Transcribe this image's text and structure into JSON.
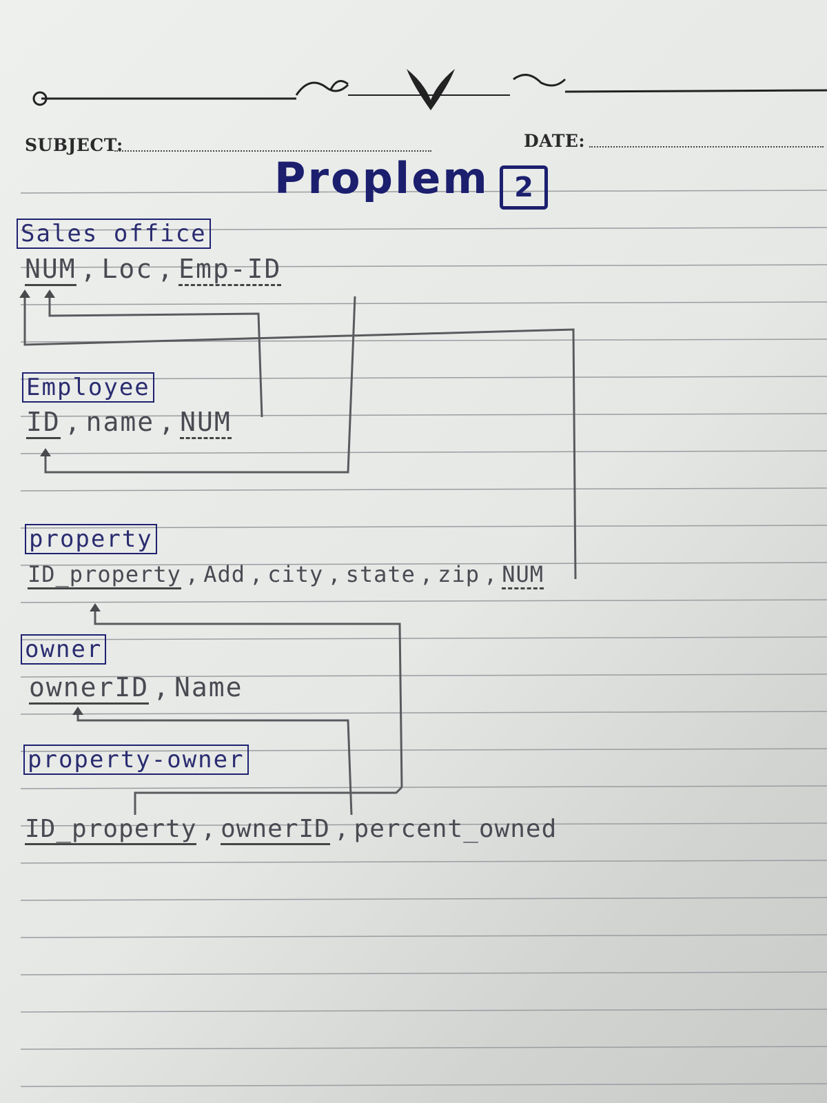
{
  "header": {
    "subject_label": "SUBJECT:",
    "date_label": "DATE:"
  },
  "title": {
    "text": "Proplem",
    "number": "2"
  },
  "entities": [
    {
      "name": "Sales office",
      "attributes": [
        {
          "text": "NUM",
          "key": "pk"
        },
        {
          "text": "Loc",
          "key": ""
        },
        {
          "text": "Emp-ID",
          "key": "fk"
        }
      ]
    },
    {
      "name": "Employee",
      "attributes": [
        {
          "text": "ID",
          "key": "pk"
        },
        {
          "text": "name",
          "key": ""
        },
        {
          "text": "NUM",
          "key": "fk"
        }
      ]
    },
    {
      "name": "property",
      "attributes": [
        {
          "text": "ID_property",
          "key": "pk"
        },
        {
          "text": "Add",
          "key": ""
        },
        {
          "text": "city",
          "key": ""
        },
        {
          "text": "state",
          "key": ""
        },
        {
          "text": "zip",
          "key": ""
        },
        {
          "text": "NUM",
          "key": "fk"
        }
      ]
    },
    {
      "name": "owner",
      "attributes": [
        {
          "text": "ownerID",
          "key": "pk"
        },
        {
          "text": "Name",
          "key": ""
        }
      ]
    },
    {
      "name": "property-owner",
      "attributes": [
        {
          "text": "ID_property",
          "key": "pk"
        },
        {
          "text": "ownerID",
          "key": "pk"
        },
        {
          "text": "percent_owned",
          "key": ""
        }
      ]
    }
  ]
}
